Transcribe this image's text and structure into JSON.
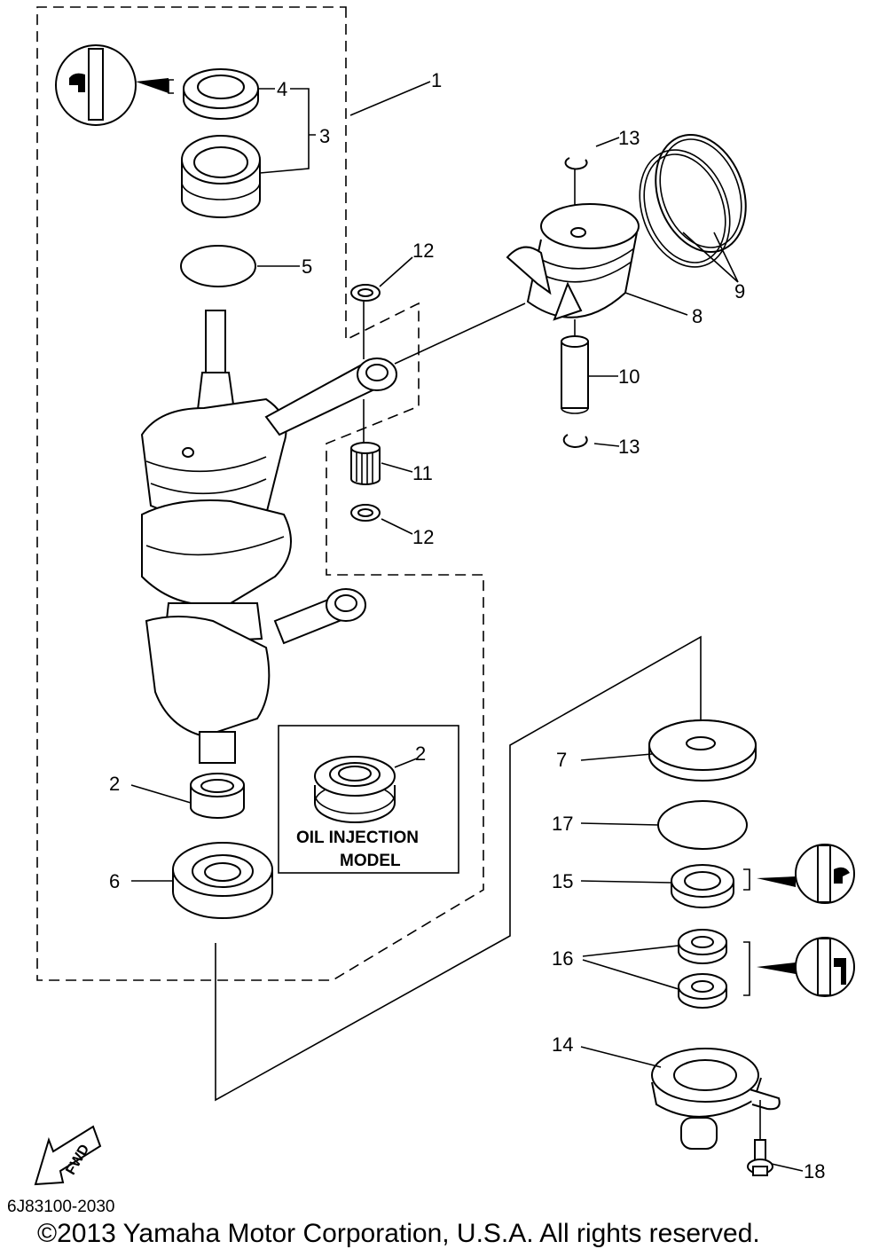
{
  "diagram": {
    "callouts": {
      "c1": "1",
      "c2a": "2",
      "c2b": "2",
      "c3": "3",
      "c4": "4",
      "c5": "5",
      "c6": "6",
      "c7": "7",
      "c8": "8",
      "c9": "9",
      "c10": "10",
      "c11": "11",
      "c12a": "12",
      "c12b": "12",
      "c13a": "13",
      "c13b": "13",
      "c14": "14",
      "c15": "15",
      "c16": "16",
      "c17": "17",
      "c18": "18"
    },
    "inset_label_line1": "OIL INJECTION",
    "inset_label_line2": "MODEL",
    "fwd_label": "FWD"
  },
  "footer": {
    "diagram_code": "6J83100-2030",
    "copyright": "©2013 Yamaha Motor Corporation, U.S.A. All rights reserved."
  }
}
